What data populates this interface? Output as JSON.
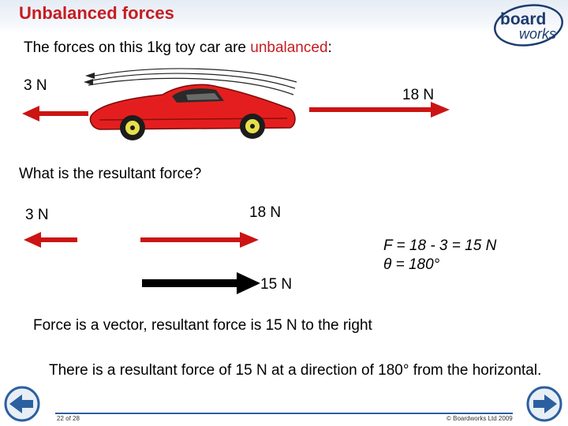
{
  "header": {
    "title": "Unbalanced forces",
    "logo": {
      "word1": "board",
      "word2": "works"
    }
  },
  "intro": {
    "prefix": "The forces on this 1kg toy car are ",
    "emphasis": "unbalanced",
    "suffix": ":"
  },
  "car_scene": {
    "left_force_label": "3 N",
    "right_force_label": "18 N",
    "colors": {
      "car_body": "#e41e1e",
      "force_arrow": "#cc1414"
    }
  },
  "question": "What is the resultant force?",
  "vector_diagram": {
    "left_label": "3 N",
    "right_label": "18 N",
    "resultant_label": "15 N",
    "colors": {
      "force_arrow": "#cc1414",
      "resultant_arrow": "#000000"
    }
  },
  "formula": {
    "line1": "F = 18 - 3 = 15 N",
    "line2": "θ = 180°"
  },
  "statement": "Force is a vector, resultant force is 15 N to the right",
  "answer": "There is a resultant force of 15 N at a direction of 180° from the horizontal.",
  "footer": {
    "page": "22 of 28",
    "copyright": "© Boardworks Ltd 2009"
  },
  "navigation": {
    "prev_icon": "back-arrow-icon",
    "next_icon": "forward-arrow-icon",
    "accent_color": "#2c5fa0"
  }
}
